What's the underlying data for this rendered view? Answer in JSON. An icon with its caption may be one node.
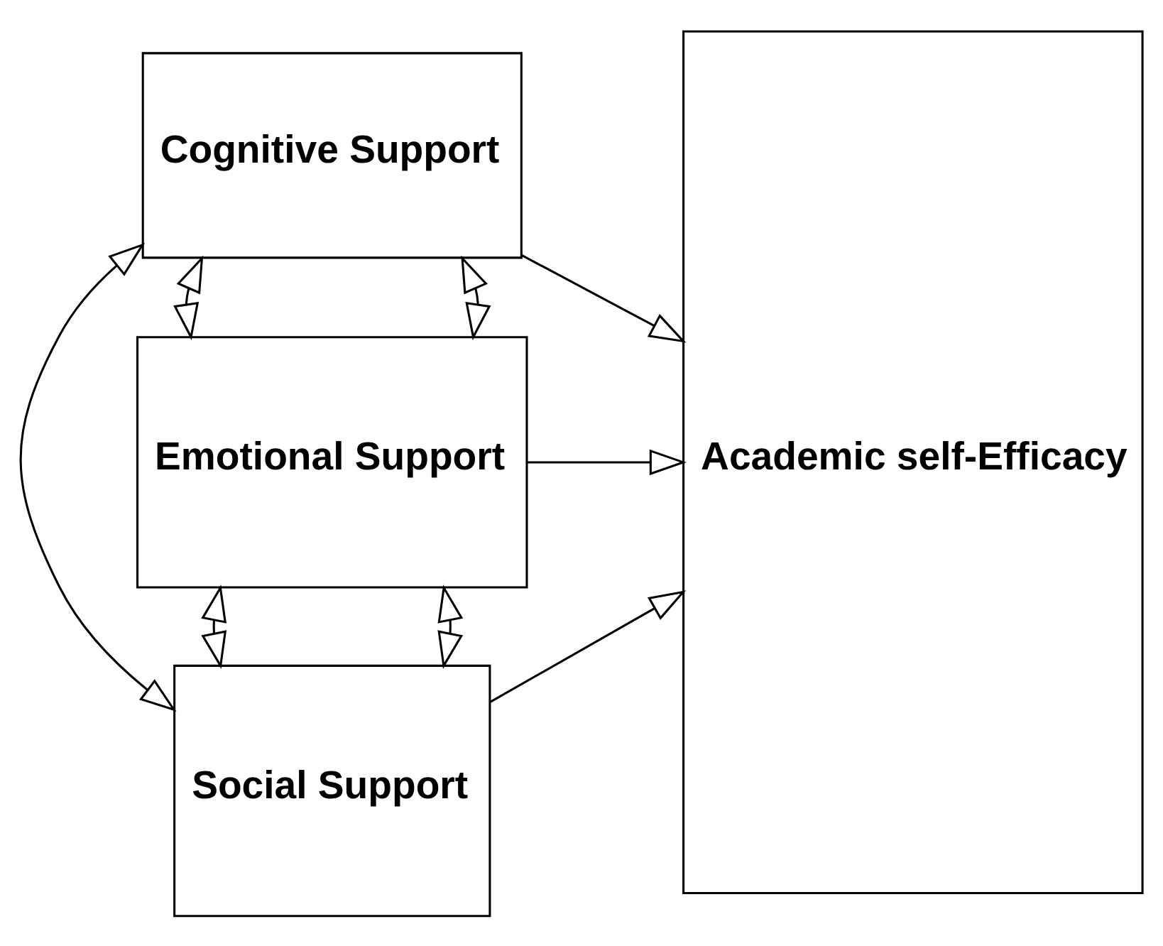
{
  "diagram": {
    "nodes": [
      {
        "text": [
          "Cognitive Support"
        ]
      },
      {
        "text": [
          "Emotional Support"
        ]
      },
      {
        "text": [
          "Social Support"
        ]
      },
      {
        "text": [
          "Academic self-Efficacy"
        ]
      }
    ],
    "edges": [
      {
        "from": 0,
        "to": 3,
        "arrow": "to"
      },
      {
        "from": 1,
        "to": 3,
        "arrow": "to"
      },
      {
        "from": 2,
        "to": 3,
        "arrow": "to"
      },
      {
        "from": 0,
        "to": 1,
        "arrow": "both"
      },
      {
        "from": 1,
        "to": 2,
        "arrow": "both"
      },
      {
        "from": 1,
        "to": 0,
        "arrow": "both"
      },
      {
        "from": 2,
        "to": 1,
        "arrow": "both"
      },
      {
        "from": 2,
        "to": 0,
        "arrow": "both"
      }
    ]
  }
}
